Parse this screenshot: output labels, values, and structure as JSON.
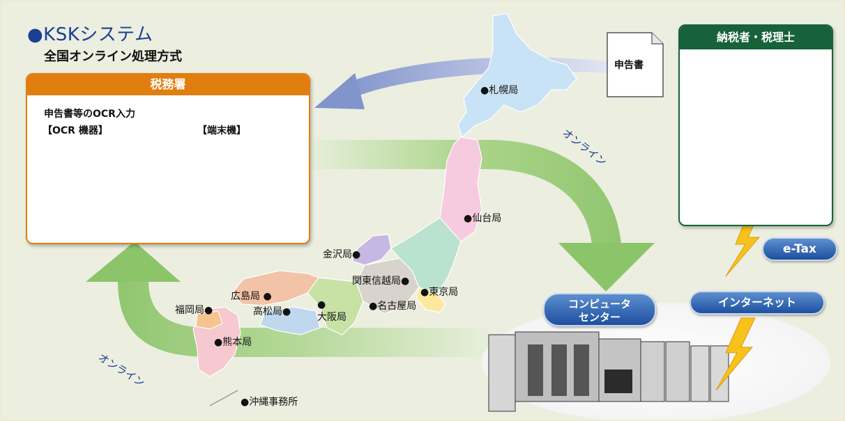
{
  "header": {
    "title": "●KSKシステム",
    "subtitle": "全国オンライン処理方式"
  },
  "tax_office": {
    "title": "税務署",
    "ocr_input": "申告書等のOCR入力",
    "ocr_device": "【OCR 機器】",
    "terminal": "【端末機】"
  },
  "taxpayer": {
    "title": "納税者・税理士"
  },
  "document_label": "申告書",
  "online_labels": [
    "オンライン",
    "オンライン"
  ],
  "computer_center": {
    "line1": "コンピュータ",
    "line2": "センター"
  },
  "etax": "e-Tax",
  "internet": "インターネット",
  "bureaus": {
    "sapporo": "●札幌局",
    "sendai": "●仙台局",
    "kanazawa": "金沢局●",
    "kanto": "関東信越局●",
    "tokyo": "●東京局",
    "nagoya": "●名古屋局",
    "osaka": "●\n大阪局",
    "hiroshima": "広島局 ●",
    "takamatsu": "高松局●",
    "fukuoka": "福岡局●",
    "kumamoto": "●熊本局",
    "okinawa": "●沖縄事務所"
  },
  "colors": {
    "tax_office_accent": "#e07e10",
    "taxpayer_accent": "#17623a",
    "pill_blue": "#2a5cad",
    "online_arrow": "#8cc46a",
    "doc_arrow": "#8f9fd4",
    "title_blue": "#1a3f93"
  }
}
